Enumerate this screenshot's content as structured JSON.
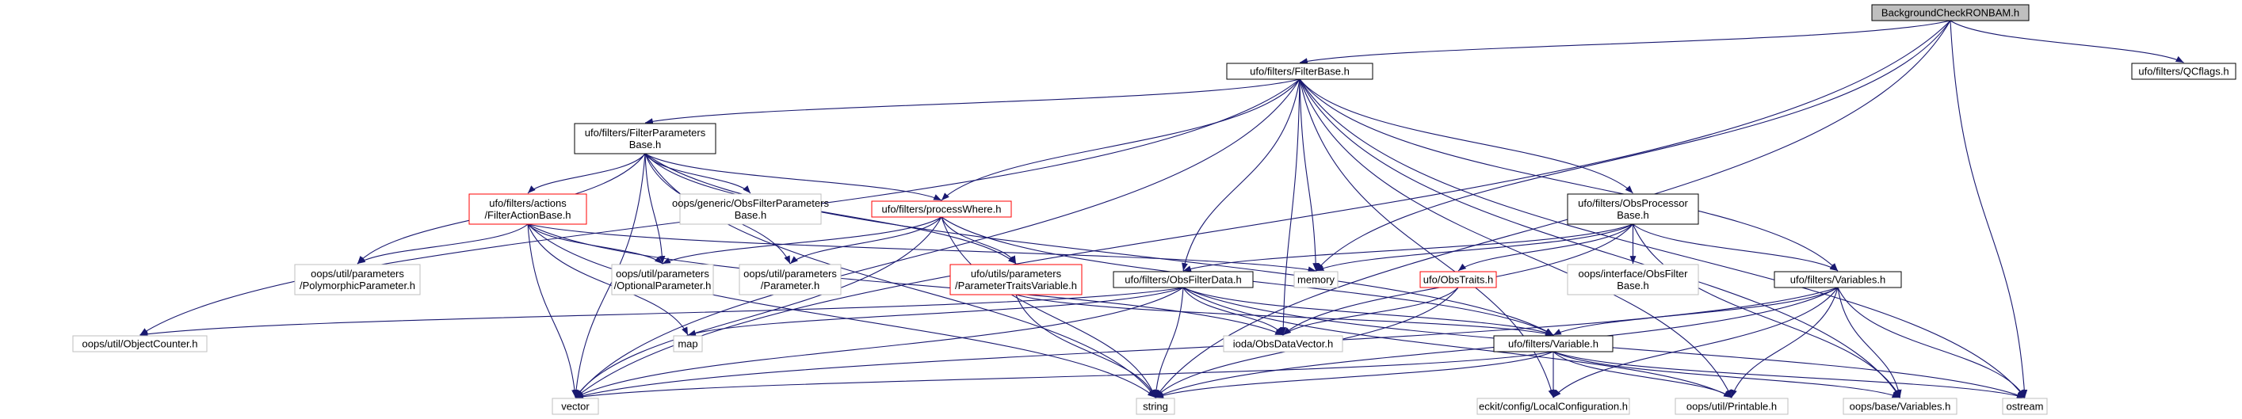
{
  "diagram": {
    "type": "include-dependency-graph",
    "colors": {
      "edge": "#191970",
      "root_fill": "#bfbfbf",
      "box_black": "#000000",
      "box_gray": "#bfbfbf",
      "box_red": "#ff0000",
      "text_gray": "#555555"
    },
    "nodes": [
      {
        "id": "root",
        "lines": [
          "BackgroundCheckRONBAM.h"
        ],
        "style": "root"
      },
      {
        "id": "filterbase",
        "lines": [
          "ufo/filters/FilterBase.h"
        ],
        "style": "black"
      },
      {
        "id": "qcflags",
        "lines": [
          "ufo/filters/QCflags.h"
        ],
        "style": "black"
      },
      {
        "id": "filterparams",
        "lines": [
          "ufo/filters/FilterParameters",
          "Base.h"
        ],
        "style": "black"
      },
      {
        "id": "obsprocessor",
        "lines": [
          "ufo/filters/ObsProcessor",
          "Base.h"
        ],
        "style": "black"
      },
      {
        "id": "filteraction",
        "lines": [
          "ufo/filters/actions",
          "/FilterActionBase.h"
        ],
        "style": "red"
      },
      {
        "id": "obsfilterparams",
        "lines": [
          "oops/generic/ObsFilterParameters",
          "Base.h"
        ],
        "style": "gray"
      },
      {
        "id": "processwhere",
        "lines": [
          "ufo/filters/processWhere.h"
        ],
        "style": "red"
      },
      {
        "id": "polyparam",
        "lines": [
          "oops/util/parameters",
          "/PolymorphicParameter.h"
        ],
        "style": "gray"
      },
      {
        "id": "optparam",
        "lines": [
          "oops/util/parameters",
          "/OptionalParameter.h"
        ],
        "style": "gray"
      },
      {
        "id": "param",
        "lines": [
          "oops/util/parameters",
          "/Parameter.h"
        ],
        "style": "gray"
      },
      {
        "id": "paramtraits",
        "lines": [
          "ufo/utils/parameters",
          "/ParameterTraitsVariable.h"
        ],
        "style": "red"
      },
      {
        "id": "obsfilterdata",
        "lines": [
          "ufo/filters/ObsFilterData.h"
        ],
        "style": "black"
      },
      {
        "id": "memory",
        "lines": [
          "memory"
        ],
        "style": "gray"
      },
      {
        "id": "obstraits",
        "lines": [
          "ufo/ObsTraits.h"
        ],
        "style": "red"
      },
      {
        "id": "obsfilterbase",
        "lines": [
          "oops/interface/ObsFilter",
          "Base.h"
        ],
        "style": "gray"
      },
      {
        "id": "variables",
        "lines": [
          "ufo/filters/Variables.h"
        ],
        "style": "black"
      },
      {
        "id": "objcounter",
        "lines": [
          "oops/util/ObjectCounter.h"
        ],
        "style": "gray"
      },
      {
        "id": "map",
        "lines": [
          "map"
        ],
        "style": "gray"
      },
      {
        "id": "iodaobs",
        "lines": [
          "ioda/ObsDataVector.h"
        ],
        "style": "gray"
      },
      {
        "id": "variable",
        "lines": [
          "ufo/filters/Variable.h"
        ],
        "style": "black"
      },
      {
        "id": "vector",
        "lines": [
          "vector"
        ],
        "style": "gray"
      },
      {
        "id": "string",
        "lines": [
          "string"
        ],
        "style": "gray"
      },
      {
        "id": "eckit",
        "lines": [
          "eckit/config/LocalConfiguration.h"
        ],
        "style": "gray"
      },
      {
        "id": "printable",
        "lines": [
          "oops/util/Printable.h"
        ],
        "style": "gray"
      },
      {
        "id": "oopsvars",
        "lines": [
          "oops/base/Variables.h"
        ],
        "style": "gray"
      },
      {
        "id": "ostream",
        "lines": [
          "ostream"
        ],
        "style": "gray"
      }
    ],
    "edges": [
      [
        "root",
        "filterbase"
      ],
      [
        "root",
        "qcflags"
      ],
      [
        "root",
        "memory"
      ],
      [
        "root",
        "string"
      ],
      [
        "root",
        "vector"
      ],
      [
        "root",
        "ostream"
      ],
      [
        "filterbase",
        "filterparams"
      ],
      [
        "filterbase",
        "obsprocessor"
      ],
      [
        "filterbase",
        "processwhere"
      ],
      [
        "filterbase",
        "obsfilterdata"
      ],
      [
        "filterbase",
        "memory"
      ],
      [
        "filterbase",
        "iodaobs"
      ],
      [
        "filterbase",
        "variables"
      ],
      [
        "filterbase",
        "objcounter"
      ],
      [
        "filterbase",
        "vector"
      ],
      [
        "filterbase",
        "eckit"
      ],
      [
        "filterbase",
        "printable"
      ],
      [
        "filterbase",
        "oopsvars"
      ],
      [
        "filterbase",
        "ostream"
      ],
      [
        "filterparams",
        "filteraction"
      ],
      [
        "filterparams",
        "obsfilterparams"
      ],
      [
        "filterparams",
        "processwhere"
      ],
      [
        "filterparams",
        "polyparam"
      ],
      [
        "filterparams",
        "optparam"
      ],
      [
        "filterparams",
        "param"
      ],
      [
        "filterparams",
        "paramtraits"
      ],
      [
        "filterparams",
        "variable"
      ],
      [
        "filterparams",
        "vector"
      ],
      [
        "filterparams",
        "string"
      ],
      [
        "filteraction",
        "polyparam"
      ],
      [
        "filteraction",
        "optparam"
      ],
      [
        "filteraction",
        "memory"
      ],
      [
        "filteraction",
        "map"
      ],
      [
        "filteraction",
        "iodaobs"
      ],
      [
        "filteraction",
        "vector"
      ],
      [
        "filteraction",
        "string"
      ],
      [
        "processwhere",
        "optparam"
      ],
      [
        "processwhere",
        "param"
      ],
      [
        "processwhere",
        "paramtraits"
      ],
      [
        "processwhere",
        "variable"
      ],
      [
        "processwhere",
        "vector"
      ],
      [
        "processwhere",
        "string"
      ],
      [
        "paramtraits",
        "variable"
      ],
      [
        "paramtraits",
        "string"
      ],
      [
        "obsprocessor",
        "obsfilterdata"
      ],
      [
        "obsprocessor",
        "memory"
      ],
      [
        "obsprocessor",
        "obstraits"
      ],
      [
        "obsprocessor",
        "obsfilterbase"
      ],
      [
        "obsprocessor",
        "variables"
      ],
      [
        "obsprocessor",
        "iodaobs"
      ],
      [
        "obsprocessor",
        "oopsvars"
      ],
      [
        "obsfilterdata",
        "objcounter"
      ],
      [
        "obsfilterdata",
        "map"
      ],
      [
        "obsfilterdata",
        "iodaobs"
      ],
      [
        "obsfilterdata",
        "variable"
      ],
      [
        "obsfilterdata",
        "vector"
      ],
      [
        "obsfilterdata",
        "string"
      ],
      [
        "obsfilterdata",
        "printable"
      ],
      [
        "obsfilterdata",
        "ostream"
      ],
      [
        "obstraits",
        "iodaobs"
      ],
      [
        "obstraits",
        "string"
      ],
      [
        "variables",
        "variable"
      ],
      [
        "variables",
        "vector"
      ],
      [
        "variables",
        "string"
      ],
      [
        "variables",
        "eckit"
      ],
      [
        "variables",
        "printable"
      ],
      [
        "variables",
        "oopsvars"
      ],
      [
        "variables",
        "ostream"
      ],
      [
        "variable",
        "vector"
      ],
      [
        "variable",
        "string"
      ],
      [
        "variable",
        "eckit"
      ],
      [
        "variable",
        "printable"
      ],
      [
        "variable",
        "oopsvars"
      ],
      [
        "variable",
        "ostream"
      ]
    ]
  }
}
